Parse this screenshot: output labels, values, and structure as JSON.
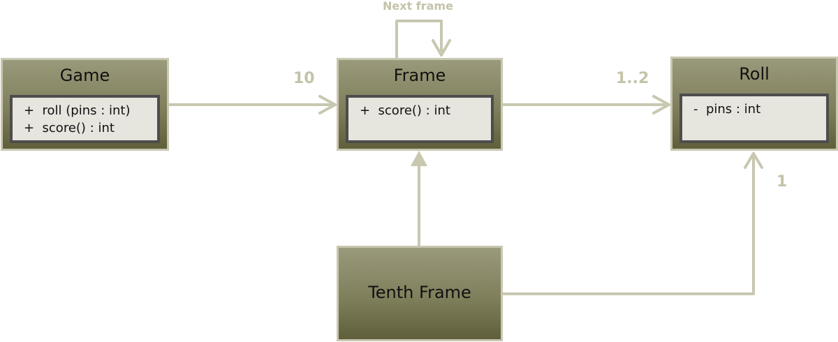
{
  "classes": {
    "game": {
      "name": "Game",
      "operations": [
        "+  roll (pins : int)",
        "+  score() : int"
      ]
    },
    "frame": {
      "name": "Frame",
      "operations": [
        "+  score() : int"
      ]
    },
    "roll": {
      "name": "Roll",
      "operations": [
        "-  pins : int"
      ]
    },
    "tenth_frame": {
      "name": "Tenth Frame"
    }
  },
  "labels": {
    "next_frame": "Next frame",
    "game_frame_multiplicity": "10",
    "frame_roll_multiplicity": "1..2",
    "tenth_roll_multiplicity": "1"
  },
  "colors": {
    "connector": "#c8c7b0",
    "label": "#c4c3aa"
  }
}
